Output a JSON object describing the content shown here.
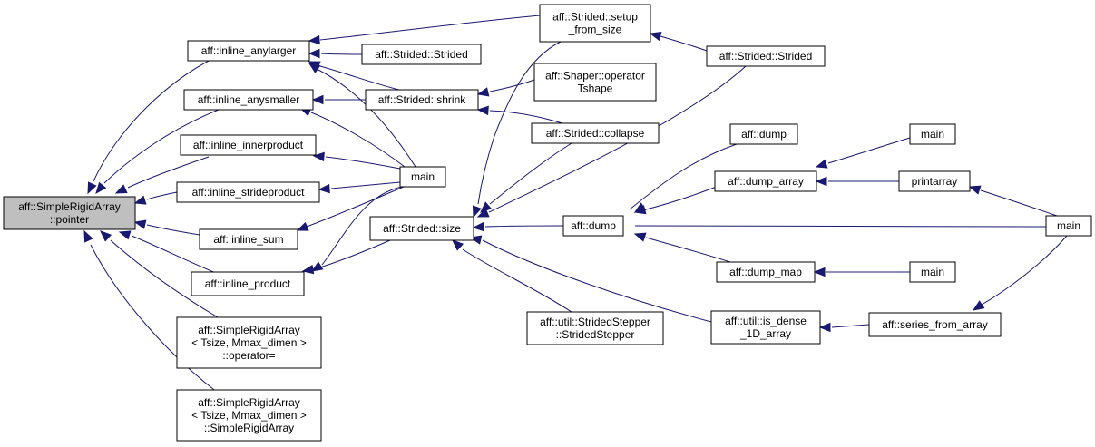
{
  "colors": {
    "edge": "#191970",
    "node_fill": "#ffffff",
    "focus_fill": "#bfbfbf",
    "node_border": "#000000"
  },
  "nodes": [
    {
      "id": "n0",
      "lines": [
        "aff::SimpleRigidArray",
        "::pointer"
      ],
      "focus": true
    },
    {
      "id": "n1",
      "lines": [
        "aff::inline_anylarger"
      ]
    },
    {
      "id": "n2",
      "lines": [
        "aff::inline_anysmaller"
      ]
    },
    {
      "id": "n3",
      "lines": [
        "aff::inline_innerproduct"
      ]
    },
    {
      "id": "n4",
      "lines": [
        "aff::inline_strideproduct"
      ]
    },
    {
      "id": "n5",
      "lines": [
        "aff::inline_sum"
      ]
    },
    {
      "id": "n6",
      "lines": [
        "aff::inline_product"
      ]
    },
    {
      "id": "n7",
      "lines": [
        "aff::SimpleRigidArray",
        "< Tsize, Mmax_dimen >",
        "::operator="
      ]
    },
    {
      "id": "n8",
      "lines": [
        "aff::SimpleRigidArray",
        "< Tsize, Mmax_dimen >",
        "::SimpleRigidArray"
      ]
    },
    {
      "id": "n9",
      "lines": [
        "aff::Strided::Strided"
      ]
    },
    {
      "id": "n10",
      "lines": [
        "aff::Strided::shrink"
      ]
    },
    {
      "id": "n11",
      "lines": [
        "main"
      ]
    },
    {
      "id": "n12",
      "lines": [
        "aff::Strided::size"
      ]
    },
    {
      "id": "n13",
      "lines": [
        "aff::Strided::setup",
        "_from_size"
      ]
    },
    {
      "id": "n14",
      "lines": [
        "aff::Shaper::operator",
        "Tshape"
      ]
    },
    {
      "id": "n15",
      "lines": [
        "aff::Strided::collapse"
      ]
    },
    {
      "id": "n16",
      "lines": [
        "aff::util::StridedStepper",
        "::StridedStepper"
      ]
    },
    {
      "id": "n17",
      "lines": [
        "aff::Strided::Strided"
      ]
    },
    {
      "id": "n18",
      "lines": [
        "aff::dump"
      ]
    },
    {
      "id": "n19",
      "lines": [
        "aff::dump"
      ]
    },
    {
      "id": "n20",
      "lines": [
        "aff::dump_array"
      ]
    },
    {
      "id": "n21",
      "lines": [
        "aff::dump_map"
      ]
    },
    {
      "id": "n22",
      "lines": [
        "aff::util::is_dense",
        "_1D_array"
      ]
    },
    {
      "id": "n23",
      "lines": [
        "main"
      ]
    },
    {
      "id": "n24",
      "lines": [
        "printarray"
      ]
    },
    {
      "id": "n25",
      "lines": [
        "main"
      ]
    },
    {
      "id": "n26",
      "lines": [
        "aff::series_from_array"
      ]
    },
    {
      "id": "n27",
      "lines": [
        "main"
      ]
    }
  ],
  "edges": [
    {
      "from": "n1",
      "to": "n0"
    },
    {
      "from": "n2",
      "to": "n0"
    },
    {
      "from": "n3",
      "to": "n0"
    },
    {
      "from": "n4",
      "to": "n0"
    },
    {
      "from": "n5",
      "to": "n0"
    },
    {
      "from": "n6",
      "to": "n0"
    },
    {
      "from": "n7",
      "to": "n0"
    },
    {
      "from": "n8",
      "to": "n0"
    },
    {
      "from": "n13",
      "to": "n1"
    },
    {
      "from": "n9",
      "to": "n1"
    },
    {
      "from": "n10",
      "to": "n1"
    },
    {
      "from": "n11",
      "to": "n1"
    },
    {
      "from": "n10",
      "to": "n2"
    },
    {
      "from": "n11",
      "to": "n2"
    },
    {
      "from": "n11",
      "to": "n3"
    },
    {
      "from": "n11",
      "to": "n4"
    },
    {
      "from": "n11",
      "to": "n5"
    },
    {
      "from": "n11",
      "to": "n6"
    },
    {
      "from": "n12",
      "to": "n6"
    },
    {
      "from": "n14",
      "to": "n10"
    },
    {
      "from": "n15",
      "to": "n10"
    },
    {
      "from": "n17",
      "to": "n13"
    },
    {
      "from": "n13",
      "to": "n12"
    },
    {
      "from": "n15",
      "to": "n12"
    },
    {
      "from": "n17",
      "to": "n12"
    },
    {
      "from": "n18",
      "to": "n12"
    },
    {
      "from": "n16",
      "to": "n12"
    },
    {
      "from": "n22",
      "to": "n12"
    },
    {
      "from": "n19",
      "to": "n18"
    },
    {
      "from": "n20",
      "to": "n18"
    },
    {
      "from": "n21",
      "to": "n18"
    },
    {
      "from": "n27",
      "to": "n18"
    },
    {
      "from": "n23",
      "to": "n20"
    },
    {
      "from": "n24",
      "to": "n20"
    },
    {
      "from": "n27",
      "to": "n24"
    },
    {
      "from": "n25",
      "to": "n21"
    },
    {
      "from": "n26",
      "to": "n22"
    },
    {
      "from": "n27",
      "to": "n26"
    }
  ]
}
